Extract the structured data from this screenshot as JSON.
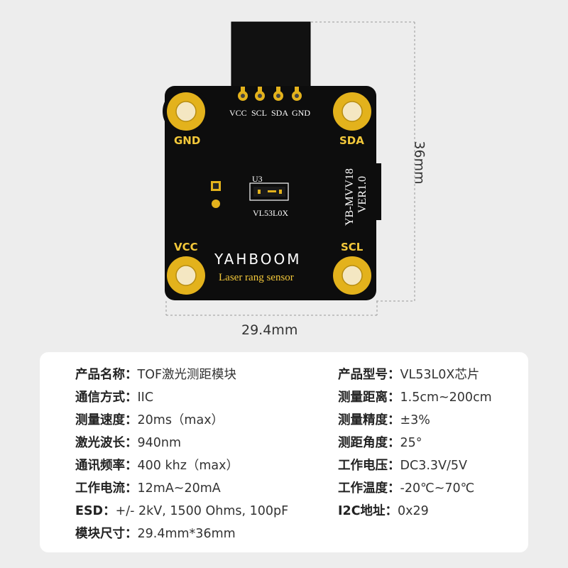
{
  "board": {
    "pin_labels": [
      "VCC",
      "SCL",
      "SDA",
      "GND"
    ],
    "corner_labels": {
      "top_left": "GND",
      "top_right": "SDA",
      "bottom_left": "VCC",
      "bottom_right": "SCL"
    },
    "chip_ref": "U3",
    "chip_name": "VL53L0X",
    "board_model": "YB-MVV18",
    "board_version": "VER1.0",
    "brand": "YAHBOOM",
    "subtitle": "Laser rang sensor"
  },
  "dimensions": {
    "width": "29.4mm",
    "height": "36mm"
  },
  "specs": {
    "left": [
      {
        "key": "产品名称：",
        "value": "TOF激光测距模块"
      },
      {
        "key": "通信方式：",
        "value": "IIC"
      },
      {
        "key": "测量速度：",
        "value": "20ms（max）"
      },
      {
        "key": "激光波长：",
        "value": "940nm"
      },
      {
        "key": "通讯频率：",
        "value": "400 khz（max）"
      },
      {
        "key": "工作电流：",
        "value": "12mA~20mA"
      },
      {
        "key": "ESD：",
        "value": "+/- 2kV, 1500 Ohms, 100pF"
      },
      {
        "key": "模块尺寸：",
        "value": "29.4mm*36mm"
      }
    ],
    "right": [
      {
        "key": "产品型号：",
        "value": "VL53L0X芯片"
      },
      {
        "key": "测量距离：",
        "value": "1.5cm~200cm"
      },
      {
        "key": "测量精度：",
        "value": "±3%"
      },
      {
        "key": "测距角度：",
        "value": "25°"
      },
      {
        "key": "工作电压：",
        "value": "DC3.3V/5V"
      },
      {
        "key": "工作温度：",
        "value": "-20℃~70℃"
      },
      {
        "key": "I2C地址：",
        "value": "0x29"
      }
    ]
  },
  "colors": {
    "pcb": "#0d0d0d",
    "gold": "#e3b21c",
    "silkscreen_yellow": "#f3c83a",
    "background": "#ededed",
    "card": "#ffffff"
  }
}
